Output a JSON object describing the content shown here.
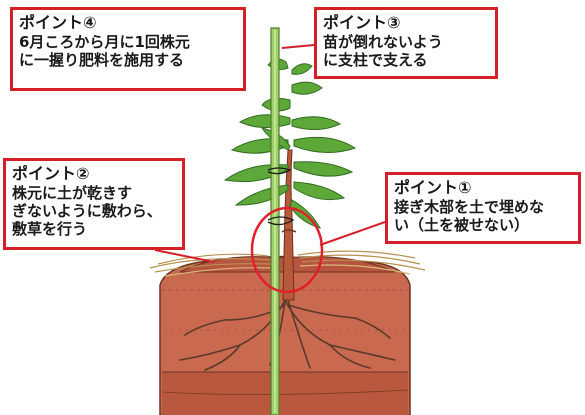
{
  "colors": {
    "callout_border": "#d5202a",
    "callout_text": "#1a1a1a",
    "soil": "#c96a50",
    "soil_top": "#b85540",
    "mulch_straw": "#d8b878",
    "leaf": "#5ea83a",
    "leaf_dark": "#2f6d1f",
    "stake": "#8cc85a",
    "roots": "#5a3a2a",
    "highlight_circle": "#e0202a"
  },
  "callouts": [
    {
      "id": "point4",
      "title": "ポイント④",
      "lines": [
        "6月ころから月に1回株元",
        "に一握り肥料を施用する"
      ]
    },
    {
      "id": "point3",
      "title": "ポイント③",
      "lines": [
        "苗が倒れないよう",
        "に支柱で支える"
      ]
    },
    {
      "id": "point2",
      "title": "ポイント②",
      "lines": [
        "株元に土が乾きす",
        "ぎないように敷わら、",
        "敷草を行う"
      ]
    },
    {
      "id": "point1",
      "title": "ポイント①",
      "lines": [
        "接ぎ木部を土で埋めな",
        "い（土を被せない）"
      ]
    }
  ],
  "illustration": {
    "parts": [
      "soil-mound",
      "mulch-straw",
      "roots",
      "trunk",
      "stake",
      "leaves",
      "tie-string",
      "graft-highlight-circle"
    ]
  }
}
